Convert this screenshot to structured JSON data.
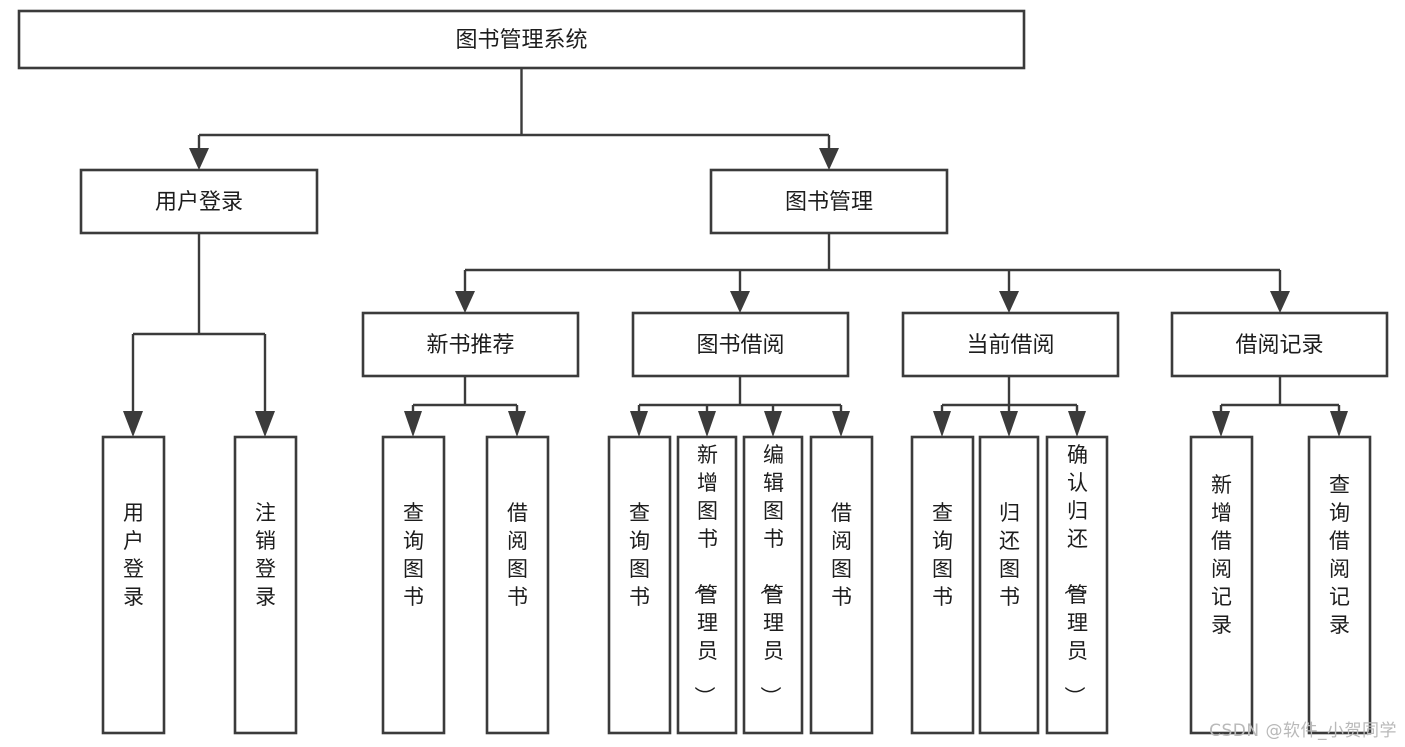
{
  "diagram": {
    "type": "tree-hierarchy",
    "title": "图书管理系统",
    "orientation": "top-down",
    "watermark": "CSDN @软件_小贺同学",
    "colors": {
      "background": "#ffffff",
      "box_fill": "#ffffff",
      "box_stroke": "#3b3b3b",
      "connector": "#3b3b3b",
      "text": "#1d1d1d",
      "watermark": "#b9b9b9"
    },
    "nodes": {
      "root": {
        "label": "图书管理系统",
        "level": 1,
        "text_orientation": "horizontal"
      },
      "level2": [
        {
          "id": "user-login",
          "label": "用户登录",
          "text_orientation": "horizontal"
        },
        {
          "id": "book-management",
          "label": "图书管理",
          "text_orientation": "horizontal"
        }
      ],
      "level3": [
        {
          "id": "new-book-recommend",
          "label": "新书推荐",
          "parent": "book-management",
          "text_orientation": "horizontal"
        },
        {
          "id": "book-borrow",
          "label": "图书借阅",
          "parent": "book-management",
          "text_orientation": "horizontal"
        },
        {
          "id": "current-borrow",
          "label": "当前借阅",
          "parent": "book-management",
          "text_orientation": "horizontal"
        },
        {
          "id": "borrow-record",
          "label": "借阅记录",
          "parent": "book-management",
          "text_orientation": "horizontal"
        }
      ],
      "leaves": [
        {
          "id": "leaf-user-login",
          "label": "用户登录",
          "parent": "user-login",
          "text_orientation": "vertical"
        },
        {
          "id": "leaf-user-logout",
          "label": "注销登录",
          "parent": "user-login",
          "text_orientation": "vertical"
        },
        {
          "id": "leaf-query-book-1",
          "label": "查询图书",
          "parent": "new-book-recommend",
          "text_orientation": "vertical"
        },
        {
          "id": "leaf-borrow-book-1",
          "label": "借阅图书",
          "parent": "new-book-recommend",
          "text_orientation": "vertical"
        },
        {
          "id": "leaf-query-book-2",
          "label": "查询图书",
          "parent": "book-borrow",
          "text_orientation": "vertical"
        },
        {
          "id": "leaf-add-book",
          "label": "新增图书（管理员）",
          "parent": "book-borrow",
          "text_orientation": "vertical"
        },
        {
          "id": "leaf-edit-book",
          "label": "编辑图书（管理员）",
          "parent": "book-borrow",
          "text_orientation": "vertical"
        },
        {
          "id": "leaf-borrow-book-2",
          "label": "借阅图书",
          "parent": "book-borrow",
          "text_orientation": "vertical"
        },
        {
          "id": "leaf-query-book-3",
          "label": "查询图书",
          "parent": "current-borrow",
          "text_orientation": "vertical"
        },
        {
          "id": "leaf-return-book",
          "label": "归还图书",
          "parent": "current-borrow",
          "text_orientation": "vertical"
        },
        {
          "id": "leaf-confirm-return",
          "label": "确认归还（管理员）",
          "parent": "current-borrow",
          "text_orientation": "vertical"
        },
        {
          "id": "leaf-add-record",
          "label": "新增借阅记录",
          "parent": "borrow-record",
          "text_orientation": "vertical"
        },
        {
          "id": "leaf-query-record",
          "label": "查询借阅记录",
          "parent": "borrow-record",
          "text_orientation": "vertical"
        }
      ]
    }
  }
}
